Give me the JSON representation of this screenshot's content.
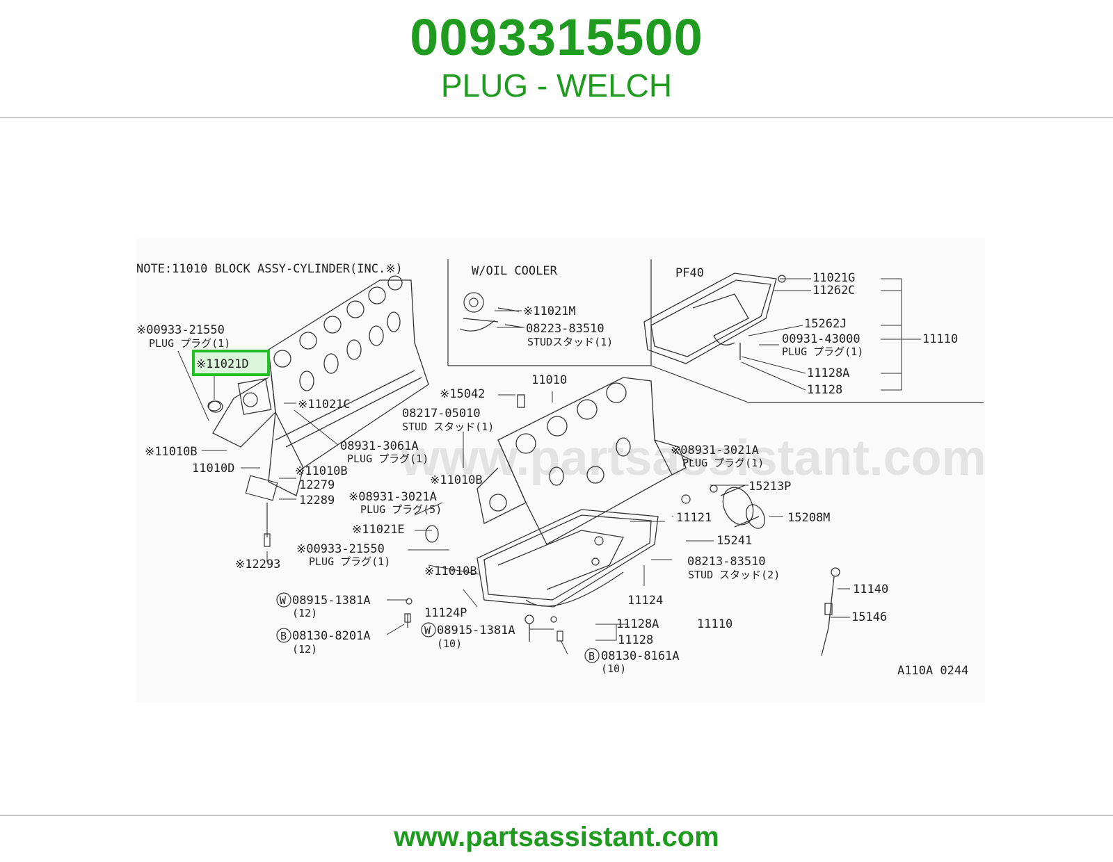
{
  "header": {
    "part_number": "0093315500",
    "part_name": "PLUG - WELCH"
  },
  "diagram": {
    "note": "NOTE:11010 BLOCK ASSY-CYLINDER(INC.※)",
    "watermark": "www.partsassistant.com",
    "panel_oil_cooler": "W/OIL COOLER",
    "panel_pf40": "PF40",
    "ref_code": "A110A 0244",
    "highlight_part": "※11021D",
    "highlight_color": "#22c022",
    "labels": {
      "l00933_21550_a": "※00933-21550",
      "plug_a": "PLUG プラグ(1)",
      "l11021c": "※11021C",
      "l11010b_a": "※11010B",
      "l08931_3061a": "08931-3061A",
      "plug_b": "PLUG プラグ(1)",
      "l11010d": "11010D",
      "l11010b_b": "※11010B",
      "l12279": "12279",
      "l12289": "12289",
      "l12293": "※12293",
      "l11021m": "※11021M",
      "l08223_83510": "08223-83510",
      "stud_a": "STUDスタッド(1)",
      "l11021g": "11021G",
      "l11262c": "11262C",
      "l15262j": "15262J",
      "l00931_43000": "00931-43000",
      "plug_c": "PLUG プラグ(1)",
      "l11110_a": "11110",
      "l11128a_a": "11128A",
      "l11128_a": "11128",
      "l15042": "※15042",
      "l11010": "11010",
      "l08217_05010": "08217-05010",
      "stud_b": "STUD スタッド(1)",
      "l08931_3021a_a": "※08931-3021A",
      "plug_d": "PLUG プラグ(1)",
      "l11010b_c": "※11010B",
      "l15213p": "15213P",
      "l08931_3021a_b": "※08931-3021A",
      "plug_e": "PLUG プラグ(5)",
      "l15208m": "15208M",
      "l11121": "11121",
      "l11021e": "※11021E",
      "l15241": "15241",
      "l00933_21550_b": "※00933-21550",
      "plug_f": "PLUG プラグ(1)",
      "l08213_83510": "08213-83510",
      "stud_c": "STUD スタッド(2)",
      "l11010b_d": "※11010B",
      "l11124": "11124",
      "l11140": "11140",
      "l08915_1381a_a": "08915-1381A",
      "qty12_a": "(12)",
      "l11124p": "11124P",
      "l15146": "15146",
      "l11128a_b": "11128A",
      "l11110_b": "11110",
      "l11128_b": "11128",
      "l08130_8201a": "08130-8201A",
      "qty12_b": "(12)",
      "l08915_1381a_b": "08915-1381A",
      "qty10_a": "(10)",
      "l08130_8161a": "08130-8161A",
      "qty10_b": "(10)",
      "w_a": "W",
      "b_a": "B",
      "w_b": "W",
      "b_b": "B"
    }
  },
  "footer": {
    "url": "www.partsassistant.com"
  },
  "colors": {
    "brand_green": "#1f9b1f",
    "rule_gray": "#c8c8c8"
  }
}
